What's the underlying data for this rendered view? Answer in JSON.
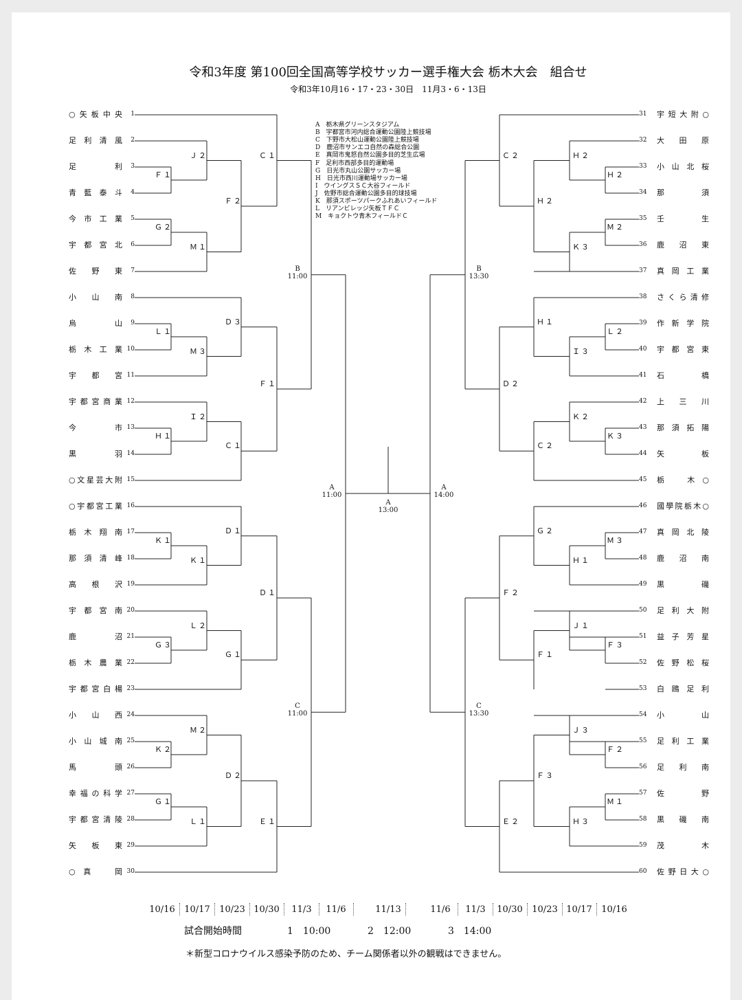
{
  "title": "令和3年度 第100回全国高等学校サッカー選手権大会 栃木大会　組合せ",
  "dates": "令和3年10月16・17・23・30日　11月3・6・13日",
  "venues": [
    "A　栃木県グリーンスタジアム",
    "B　宇都宮市河内総合運動公園陸上競技場",
    "C　下野市大松山運動公園陸上競技場",
    "D　鹿沼市サンエコ自然の森総合公園",
    "E　真岡市鬼怒自然公園多目的芝生広場",
    "F　足利市西部多目的運動場",
    "G　日光市丸山公園サッカー場",
    "H　日光市西川運動場サッカー場",
    "I　ウイングスＳＣ大谷フィールド",
    "J　佐野市総合運動公園多目的球技場",
    "K　那須スポーツパークふれあいフィールド",
    "L　リアンビレッジ矢板ＴＦＣ",
    "M　キョクトウ青木フィールドＣ"
  ],
  "left_teams": [
    {
      "num": "1",
      "name": "○矢板中央"
    },
    {
      "num": "2",
      "name": "足利清風"
    },
    {
      "num": "3",
      "name": "足　利"
    },
    {
      "num": "4",
      "name": "青藍泰斗"
    },
    {
      "num": "5",
      "name": "今市工業"
    },
    {
      "num": "6",
      "name": "宇都宮北"
    },
    {
      "num": "7",
      "name": "佐野東"
    },
    {
      "num": "8",
      "name": "小山南"
    },
    {
      "num": "9",
      "name": "烏　山"
    },
    {
      "num": "10",
      "name": "栃木工業"
    },
    {
      "num": "11",
      "name": "宇都宮"
    },
    {
      "num": "12",
      "name": "宇都宮商業"
    },
    {
      "num": "13",
      "name": "今　市"
    },
    {
      "num": "14",
      "name": "黒　羽"
    },
    {
      "num": "15",
      "name": "○文星芸大附"
    },
    {
      "num": "16",
      "name": "○宇都宮工業"
    },
    {
      "num": "17",
      "name": "栃木翔南"
    },
    {
      "num": "18",
      "name": "那須清峰"
    },
    {
      "num": "19",
      "name": "高根沢"
    },
    {
      "num": "20",
      "name": "宇都宮南"
    },
    {
      "num": "21",
      "name": "鹿　沼"
    },
    {
      "num": "22",
      "name": "栃木農業"
    },
    {
      "num": "23",
      "name": "宇都宮白楊"
    },
    {
      "num": "24",
      "name": "小山西"
    },
    {
      "num": "25",
      "name": "小山城南"
    },
    {
      "num": "26",
      "name": "馬　頭"
    },
    {
      "num": "27",
      "name": "幸福の科学"
    },
    {
      "num": "28",
      "name": "宇都宮清陵"
    },
    {
      "num": "29",
      "name": "矢板東"
    },
    {
      "num": "30",
      "name": "○真　岡"
    }
  ],
  "right_teams": [
    {
      "num": "31",
      "name": "宇短大附○"
    },
    {
      "num": "32",
      "name": "大田原"
    },
    {
      "num": "33",
      "name": "小山北桜"
    },
    {
      "num": "34",
      "name": "那　須"
    },
    {
      "num": "35",
      "name": "壬　生"
    },
    {
      "num": "36",
      "name": "鹿沼東"
    },
    {
      "num": "37",
      "name": "真岡工業"
    },
    {
      "num": "38",
      "name": "さくら清修"
    },
    {
      "num": "39",
      "name": "作新学院"
    },
    {
      "num": "40",
      "name": "宇都宮東"
    },
    {
      "num": "41",
      "name": "石　橋"
    },
    {
      "num": "42",
      "name": "上三川"
    },
    {
      "num": "43",
      "name": "那須拓陽"
    },
    {
      "num": "44",
      "name": "矢　板"
    },
    {
      "num": "45",
      "name": "栃　木○"
    },
    {
      "num": "46",
      "name": "國學院栃木○"
    },
    {
      "num": "47",
      "name": "真岡北陵"
    },
    {
      "num": "48",
      "name": "鹿沼南"
    },
    {
      "num": "49",
      "name": "黒　磯"
    },
    {
      "num": "50",
      "name": "足利大附"
    },
    {
      "num": "51",
      "name": "益子芳星"
    },
    {
      "num": "52",
      "name": "佐野松桜"
    },
    {
      "num": "53",
      "name": "白鴎足利"
    },
    {
      "num": "54",
      "name": "小　山"
    },
    {
      "num": "55",
      "name": "足利工業"
    },
    {
      "num": "56",
      "name": "足利南"
    },
    {
      "num": "57",
      "name": "佐　野"
    },
    {
      "num": "58",
      "name": "黒磯南"
    },
    {
      "num": "59",
      "name": "茂　木"
    },
    {
      "num": "60",
      "name": "佐野日大○"
    }
  ],
  "left_labels": [
    "Ｊ２",
    "Ｆ１",
    "Ｇ２",
    "Ｍ１",
    "Ｆ２",
    "Ｃ１",
    "Ｌ１",
    "Ｍ３",
    "Ｄ３",
    "Ｉ２",
    "Ｈ１",
    "Ｃ１",
    "Ｆ１",
    "Ｋ１",
    "Ｋ１",
    "Ｄ１",
    "Ｌ２",
    "Ｇ３",
    "Ｇ１",
    "Ｄ１",
    "Ｍ２",
    "Ｋ２",
    "Ｇ１",
    "Ｌ１",
    "Ｄ２",
    "Ｅ１"
  ],
  "right_labels": [
    "Ｈ２",
    "Ｈ２",
    "Ｍ２",
    "Ｋ３",
    "Ｈ２",
    "Ｃ２",
    "Ｌ２",
    "Ｉ３",
    "Ｈ１",
    "Ｋ２",
    "Ｋ３",
    "Ｃ２",
    "Ｄ２",
    "Ｍ３",
    "Ｈ１",
    "Ｇ２",
    "Ｊ１",
    "Ｆ３",
    "Ｆ１",
    "Ｆ２",
    "Ｊ３",
    "Ｆ２",
    "Ｍ１",
    "Ｈ３",
    "Ｆ３",
    "Ｅ２"
  ],
  "semis": [
    {
      "venue": "B",
      "time": "11:00"
    },
    {
      "venue": "C",
      "time": "11:00"
    },
    {
      "venue": "B",
      "time": "13:30"
    },
    {
      "venue": "C",
      "time": "13:30"
    }
  ],
  "finals": [
    {
      "venue": "A",
      "time": "11:00"
    },
    {
      "venue": "A",
      "time": "14:00"
    },
    {
      "venue": "A",
      "time": "13:00"
    }
  ],
  "schedule_dates": [
    "10/16",
    "10/17",
    "10/23",
    "10/30",
    "11/3",
    "11/6",
    "11/13",
    "11/6",
    "11/3",
    "10/30",
    "10/23",
    "10/17",
    "10/16"
  ],
  "kickoff": {
    "label": "試合開始時間",
    "slots": [
      "1　10:00",
      "2　12:00",
      "3　14:00"
    ]
  },
  "note": "＊新型コロナウイルス感染予防のため、チーム関係者以外の観戦はできません。"
}
